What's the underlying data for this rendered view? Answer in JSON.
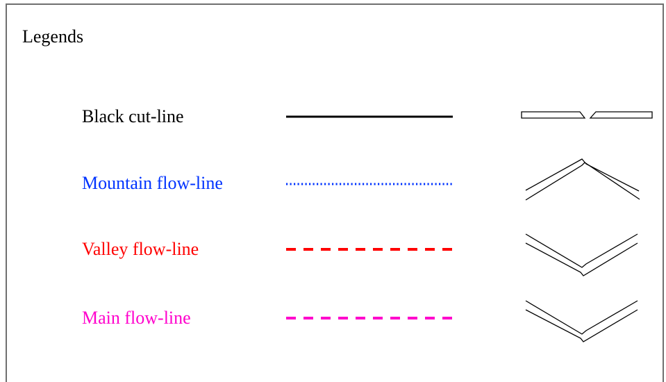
{
  "title": "Legends",
  "legend_items": [
    {
      "label": "Black cut-line",
      "color": "#000000",
      "line_style": "solid",
      "symbol": "cut-line-symbol"
    },
    {
      "label": "Mountain flow-line",
      "color": "#0033ff",
      "line_style": "dotted",
      "symbol": "mountain-fold-symbol"
    },
    {
      "label": "Valley flow-line",
      "color": "#ff0000",
      "line_style": "dashed",
      "symbol": "valley-fold-symbol"
    },
    {
      "label": "Main flow-line",
      "color": "#ff00cc",
      "line_style": "dashed",
      "symbol": "main-fold-symbol"
    }
  ]
}
